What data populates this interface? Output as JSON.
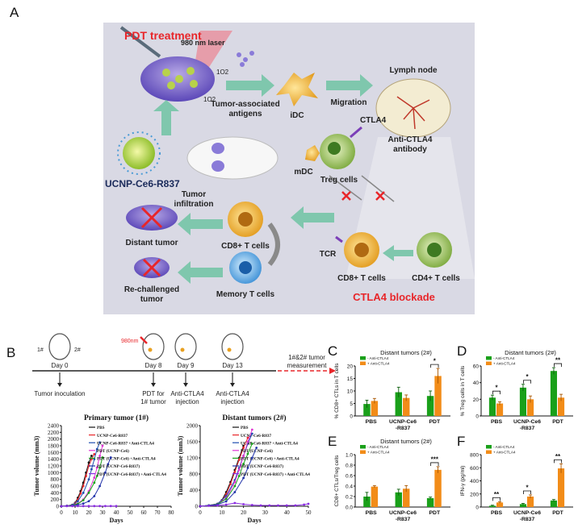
{
  "panel_a": {
    "letter": "A",
    "pdt_title": "PDT treatment",
    "laser": "980 nm laser",
    "o2_a": "1O2",
    "o2_b": "1O2",
    "antigens_1": "Tumor-associated",
    "antigens_2": "antigens",
    "idc": "iDC",
    "migration": "Migration",
    "lymph_node": "Lymph node",
    "ctla4": "CTLA4",
    "anti_ctla4_1": "Anti-CTLA4",
    "anti_ctla4_2": "antibody",
    "mdc": "mDC",
    "treg": "Treg cells",
    "nanoparticle": "UCNP-Ce6-R837",
    "tumor_infiltration_1": "Tumor",
    "tumor_infiltration_2": "infiltration",
    "distant_tumor": "Distant tumor",
    "cd8_cells": "CD8+ T cells",
    "memory_cells": "Memory T cells",
    "rechallenged_1": "Re-challenged",
    "rechallenged_2": "tumor",
    "tcr": "TCR",
    "cd8_cells_b": "CD8+ T cells",
    "cd4_cells": "CD4+ T cells",
    "blockade": "CTLA4 blockade",
    "colors": {
      "pdt": "#e8262a",
      "bg": "#d9d9e4",
      "arrow": "#7fc7ad"
    }
  },
  "panel_b": {
    "letter": "B",
    "laser": "980nm",
    "sites": [
      "1#",
      "2#"
    ],
    "days": [
      "Day 0",
      "Day 8",
      "Day 9",
      "Day 13"
    ],
    "events": [
      [
        "Tumor inoculation"
      ],
      [
        "PDT for",
        "1# tumor"
      ],
      [
        "Anti-CTLA4",
        "injection"
      ],
      [
        "Anti-CTLA4",
        "injection"
      ]
    ],
    "measurement": [
      "1#&2# tumor",
      "measurement"
    ]
  },
  "chart_data": [
    {
      "type": "line",
      "title": "Primary tumor (1#)",
      "xlabel": "Days",
      "ylabel": "Tumor volume (mm3)",
      "xlim": [
        0,
        80
      ],
      "ylim": [
        0,
        2400
      ],
      "xticks": [
        0,
        10,
        20,
        30,
        40,
        50,
        60,
        70,
        80
      ],
      "yticks": [
        0,
        200,
        400,
        600,
        800,
        1000,
        1200,
        1400,
        1600,
        1800,
        2000,
        2200,
        2400
      ],
      "series": [
        {
          "name": "PBS",
          "color": "#111111",
          "x": [
            0,
            4,
            8,
            10,
            12,
            14,
            16,
            18,
            20,
            22
          ],
          "y": [
            0,
            10,
            40,
            100,
            250,
            450,
            700,
            1000,
            1300,
            1500
          ]
        },
        {
          "name": "UCNP-Ce6-R837",
          "color": "#e8262a",
          "x": [
            0,
            4,
            8,
            10,
            12,
            14,
            16,
            18,
            20,
            22,
            24
          ],
          "y": [
            0,
            10,
            40,
            90,
            200,
            380,
            600,
            900,
            1200,
            1400,
            1550
          ]
        },
        {
          "name": "UCNP-Ce6-R837 +Anti-CTLA4",
          "color": "#1f4fb0",
          "x": [
            0,
            4,
            8,
            12,
            16,
            20,
            22,
            24,
            26,
            28
          ],
          "y": [
            0,
            10,
            40,
            150,
            400,
            800,
            1100,
            1400,
            1700,
            1900
          ]
        },
        {
          "name": "PDT (UCNP-Ce6)",
          "color": "#e033d3",
          "x": [
            0,
            4,
            8,
            12,
            16,
            20,
            24,
            26,
            28,
            30
          ],
          "y": [
            0,
            10,
            30,
            80,
            200,
            450,
            850,
            1150,
            1500,
            1800
          ]
        },
        {
          "name": "PDT (UCNP-Ce6) +Anti-CTLA4",
          "color": "#1aa01a",
          "x": [
            0,
            4,
            8,
            12,
            16,
            20,
            24,
            26,
            28,
            30
          ],
          "y": [
            0,
            10,
            30,
            70,
            180,
            400,
            700,
            900,
            1150,
            1450
          ]
        },
        {
          "name": "PDT (UCNP-Ce6-R837)",
          "color": "#2233aa",
          "x": [
            0,
            4,
            8,
            12,
            16,
            20,
            24,
            28,
            32,
            34,
            36
          ],
          "y": [
            0,
            10,
            20,
            40,
            80,
            150,
            300,
            600,
            1000,
            1250,
            1450
          ]
        },
        {
          "name": "PDT (UCNP-Ce6-R837) +Anti-CTLA4",
          "color": "#8a2be2",
          "x": [
            0,
            4,
            8,
            12,
            16,
            20,
            24,
            28,
            32,
            36,
            40
          ],
          "y": [
            0,
            5,
            5,
            5,
            5,
            5,
            5,
            5,
            5,
            5,
            5
          ]
        }
      ]
    },
    {
      "type": "line",
      "title": "Distant tumors (2#)",
      "xlabel": "Days",
      "ylabel": "Tumor volume (mm3)",
      "xlim": [
        0,
        50
      ],
      "ylim": [
        0,
        2000
      ],
      "xticks": [
        0,
        10,
        20,
        30,
        40,
        50
      ],
      "yticks": [
        0,
        400,
        800,
        1200,
        1600,
        2000
      ],
      "series": [
        {
          "name": "PBS",
          "color": "#111111",
          "x": [
            0,
            4,
            8,
            10,
            12,
            14,
            16,
            18,
            20
          ],
          "y": [
            0,
            20,
            60,
            150,
            350,
            600,
            900,
            1200,
            1500
          ]
        },
        {
          "name": "UCNP-Ce6-R837",
          "color": "#e8262a",
          "x": [
            0,
            4,
            8,
            10,
            12,
            14,
            16,
            18,
            20,
            22
          ],
          "y": [
            0,
            20,
            60,
            140,
            300,
            550,
            850,
            1150,
            1450,
            1700
          ]
        },
        {
          "name": "UCNP-Ce6-R837 +Anti-CTLA4",
          "color": "#1f4fb0",
          "x": [
            0,
            4,
            8,
            12,
            16,
            18,
            20,
            22,
            24
          ],
          "y": [
            0,
            20,
            60,
            250,
            650,
            950,
            1250,
            1550,
            1800
          ]
        },
        {
          "name": "PDT (UCNP-Ce6)",
          "color": "#e033d3",
          "x": [
            0,
            4,
            8,
            12,
            16,
            18,
            20,
            22,
            24
          ],
          "y": [
            0,
            20,
            50,
            200,
            600,
            900,
            1250,
            1600,
            1900
          ]
        },
        {
          "name": "PDT (UCNP-Ce6) +Anti-CTLA4",
          "color": "#1aa01a",
          "x": [
            0,
            4,
            8,
            12,
            16,
            18,
            20,
            22,
            24
          ],
          "y": [
            0,
            20,
            50,
            180,
            500,
            750,
            1050,
            1300,
            1550
          ]
        },
        {
          "name": "PDT (UCNP-Ce6-R837)",
          "color": "#2233aa",
          "x": [
            0,
            4,
            8,
            12,
            16,
            20,
            22,
            24,
            26
          ],
          "y": [
            0,
            20,
            40,
            120,
            350,
            700,
            950,
            1200,
            1450
          ]
        },
        {
          "name": "PDT (UCNP-Ce6-R837) +Anti-CTLA4",
          "color": "#8a2be2",
          "x": [
            0,
            4,
            8,
            12,
            16,
            20,
            24,
            28,
            32,
            36,
            40,
            44,
            48,
            50
          ],
          "y": [
            0,
            10,
            20,
            40,
            80,
            50,
            30,
            20,
            20,
            20,
            20,
            20,
            40,
            60
          ]
        }
      ]
    },
    {
      "type": "bar",
      "panel": "C",
      "title": "Distant tumors (2#)",
      "ylabel": "% CD8+ CTLs in T cells",
      "categories": [
        "PBS",
        "UCNP-Ce6 -R837",
        "PDT"
      ],
      "ylim": [
        0,
        20
      ],
      "yticks": [
        0,
        5,
        10,
        15,
        20
      ],
      "series": [
        {
          "name": "- Anti-CTLA4",
          "color": "#1aa01a",
          "values": [
            4.8,
            9.5,
            8
          ],
          "errors": [
            1.5,
            2,
            2
          ]
        },
        {
          "name": "+ Anti-CTLA4",
          "color": "#f28c18",
          "values": [
            6.0,
            7.2,
            16
          ],
          "errors": [
            1,
            1.2,
            3
          ]
        }
      ],
      "significance": [
        {
          "group": 2,
          "label": "*"
        }
      ]
    },
    {
      "type": "bar",
      "panel": "D",
      "title": "Distant tumors (2#)",
      "ylabel": "% Treg cells in T cells",
      "categories": [
        "PBS",
        "UCNP-Ce6 -R837",
        "PDT"
      ],
      "ylim": [
        0,
        60
      ],
      "yticks": [
        0,
        20,
        40,
        60
      ],
      "series": [
        {
          "name": "- Anti-CTLA4",
          "color": "#1aa01a",
          "values": [
            22,
            34,
            54
          ],
          "errors": [
            3,
            4,
            4
          ]
        },
        {
          "name": "+ Anti-CTLA4",
          "color": "#f28c18",
          "values": [
            15,
            20,
            22
          ],
          "errors": [
            2,
            4,
            4
          ]
        }
      ],
      "significance": [
        {
          "group": 0,
          "label": "*"
        },
        {
          "group": 1,
          "label": "*"
        },
        {
          "group": 2,
          "label": "**"
        }
      ]
    },
    {
      "type": "bar",
      "panel": "E",
      "title": "Distant tumors (2#)",
      "ylabel": "CD8+ CTLs/Treg cells",
      "categories": [
        "PBS",
        "UCNP-Ce6 -R837",
        "PDT"
      ],
      "ylim": [
        0,
        1.0
      ],
      "yticks": [
        0.0,
        0.2,
        0.4,
        0.6,
        0.8,
        1.0
      ],
      "series": [
        {
          "name": "- Anti-CTLA4",
          "color": "#1aa01a",
          "values": [
            0.2,
            0.28,
            0.17
          ],
          "errors": [
            0.08,
            0.06,
            0.02
          ]
        },
        {
          "name": "+ Anti-CTLA4",
          "color": "#f28c18",
          "values": [
            0.39,
            0.35,
            0.71
          ],
          "errors": [
            0.02,
            0.06,
            0.06
          ]
        }
      ],
      "significance": [
        {
          "group": 2,
          "label": "***"
        }
      ]
    },
    {
      "type": "bar",
      "panel": "F",
      "ylabel": "IFN-γ (pg/ml)",
      "categories": [
        "PBS",
        "UCNP-Ce6 -R837",
        "PDT"
      ],
      "ylim": [
        0,
        800
      ],
      "yticks": [
        0,
        200,
        400,
        600,
        800
      ],
      "series": [
        {
          "name": "- Anti-CTLA4",
          "color": "#1aa01a",
          "values": [
            20,
            45,
            100
          ],
          "errors": [
            8,
            10,
            15
          ]
        },
        {
          "name": "+ Anti-CTLA4",
          "color": "#f28c18",
          "values": [
            70,
            160,
            590
          ],
          "errors": [
            12,
            25,
            70
          ]
        }
      ],
      "significance": [
        {
          "group": 0,
          "label": "**"
        },
        {
          "group": 1,
          "label": "*"
        },
        {
          "group": 2,
          "label": "**"
        }
      ]
    }
  ]
}
